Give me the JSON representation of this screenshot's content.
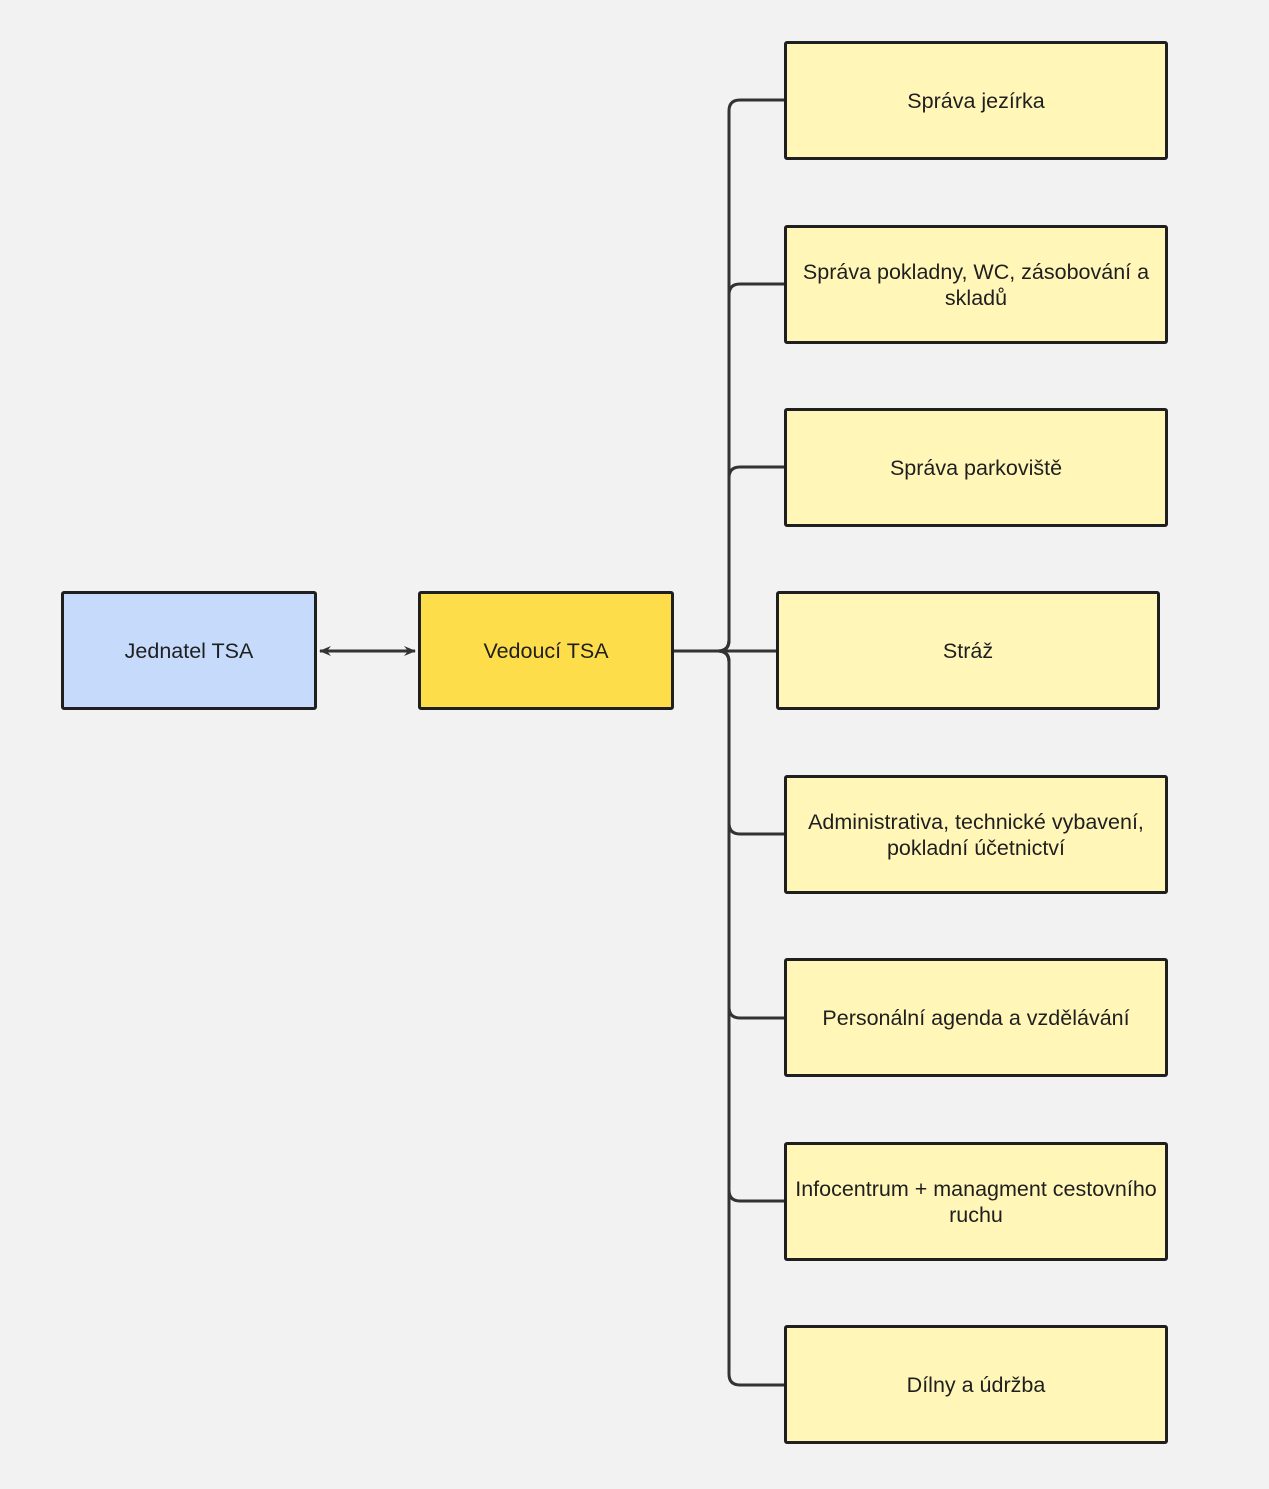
{
  "diagram": {
    "root": {
      "label": "Jednatel TSA"
    },
    "head": {
      "label": "Vedoucí TSA"
    },
    "departments": [
      {
        "label": "Správa jezírka"
      },
      {
        "label": "Správa pokladny, WC, zásobování a skladů"
      },
      {
        "label": "Správa parkoviště"
      },
      {
        "label": "Stráž"
      },
      {
        "label": "Administrativa, technické vybavení, pokladní účetnictví"
      },
      {
        "label": "Personální agenda a vzdělávání"
      },
      {
        "label": "Infocentrum + managment cestovního ruchu"
      },
      {
        "label": "Dílny a údržba"
      }
    ]
  },
  "colors": {
    "root_fill": "#c6dbfc",
    "head_fill": "#fedd4a",
    "dept_fill": "#fff6b8",
    "stroke": "#1f1f1f",
    "connector": "#333333",
    "background": "#f2f2f2"
  }
}
